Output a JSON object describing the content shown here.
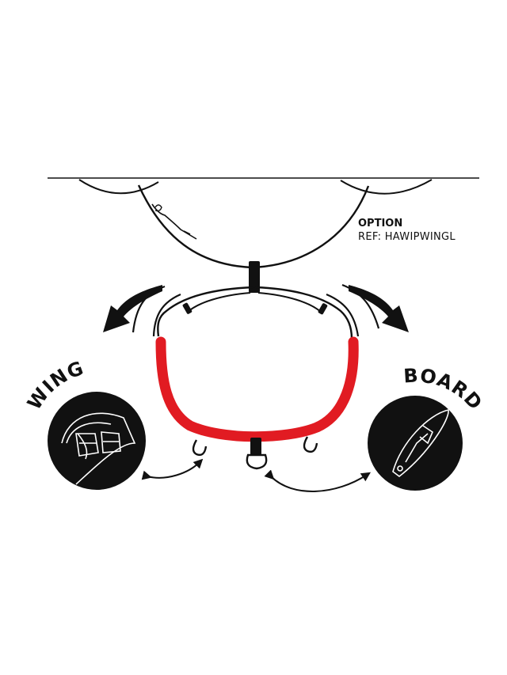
{
  "option": {
    "title": "OPTION",
    "ref": "REF: HAWIPWINGL"
  },
  "wing": {
    "label": "WING",
    "icon": "wing-icon"
  },
  "board": {
    "label": "BOARD",
    "icon": "board-icon"
  },
  "colors": {
    "line": "#111111",
    "leash": "#e11b22",
    "circle": "#111111",
    "background": "#ffffff"
  }
}
